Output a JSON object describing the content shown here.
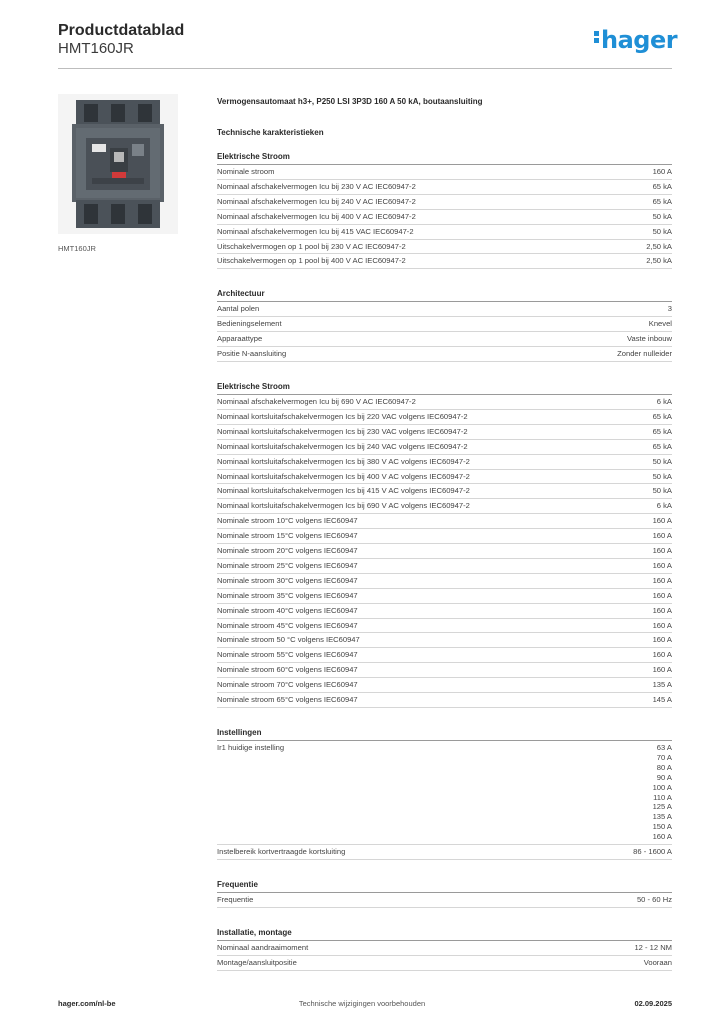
{
  "header": {
    "title": "Productdatablad",
    "subtitle": "HMT160JR",
    "logo": "hager"
  },
  "image": {
    "caption": "HMT160JR"
  },
  "product_name": "Vermogensautomaat h3+, P250 LSI 3P3D 160 A 50 kA, boutaansluiting",
  "tech_title": "Technische karakteristieken",
  "sections": [
    {
      "title": "Elektrische Stroom",
      "rows": [
        {
          "label": "Nominale stroom",
          "value": "160 A"
        },
        {
          "label": "Nominaal afschakelvermogen Icu bij 230 V AC IEC60947-2",
          "value": "65 kA"
        },
        {
          "label": "Nominaal afschakelvermogen Icu bij 240 V AC IEC60947-2",
          "value": "65 kA"
        },
        {
          "label": "Nominaal afschakelvermogen Icu bij 400 V AC IEC60947-2",
          "value": "50 kA"
        },
        {
          "label": "Nominaal afschakelvermogen Icu bij 415 VAC IEC60947-2",
          "value": "50 kA"
        },
        {
          "label": "Uitschakelvermogen op 1 pool bij 230 V AC IEC60947-2",
          "value": "2,50 kA"
        },
        {
          "label": "Uitschakelvermogen op 1 pool bij 400 V AC IEC60947-2",
          "value": "2,50 kA"
        }
      ]
    },
    {
      "title": "Architectuur",
      "rows": [
        {
          "label": "Aantal polen",
          "value": "3"
        },
        {
          "label": "Bedieningselement",
          "value": "Knevel"
        },
        {
          "label": "Apparaattype",
          "value": "Vaste inbouw"
        },
        {
          "label": "Positie N-aansluiting",
          "value": "Zonder nulleider"
        }
      ]
    },
    {
      "title": "Elektrische Stroom",
      "rows": [
        {
          "label": "Nominaal afschakelvermogen Icu bij 690 V AC IEC60947-2",
          "value": "6 kA"
        },
        {
          "label": "Nominaal kortsluitafschakelvermogen Ics bij 220 VAC volgens IEC60947-2",
          "value": "65 kA"
        },
        {
          "label": "Nominaal kortsluitafschakelvermogen Ics bij 230 VAC volgens IEC60947-2",
          "value": "65 kA"
        },
        {
          "label": "Nominaal kortsluitafschakelvermogen Ics bij 240 VAC volgens IEC60947-2",
          "value": "65 kA"
        },
        {
          "label": "Nominaal kortsluitafschakelvermogen Ics bij 380 V AC volgens IEC60947-2",
          "value": "50 kA"
        },
        {
          "label": "Nominaal kortsluitafschakelvermogen Ics bij 400 V AC volgens IEC60947-2",
          "value": "50 kA"
        },
        {
          "label": "Nominaal kortsluitafschakelvermogen Ics bij 415 V AC volgens IEC60947-2",
          "value": "50 kA"
        },
        {
          "label": "Nominaal kortsluitafschakelvermogen Ics bij 690 V AC volgens IEC60947-2",
          "value": "6 kA"
        },
        {
          "label": "Nominale stroom 10°C volgens IEC60947",
          "value": "160 A"
        },
        {
          "label": "Nominale stroom 15°C volgens IEC60947",
          "value": "160 A"
        },
        {
          "label": "Nominale stroom 20°C volgens IEC60947",
          "value": "160 A"
        },
        {
          "label": "Nominale stroom 25°C volgens IEC60947",
          "value": "160 A"
        },
        {
          "label": "Nominale stroom 30°C volgens IEC60947",
          "value": "160 A"
        },
        {
          "label": "Nominale stroom 35°C volgens IEC60947",
          "value": "160 A"
        },
        {
          "label": "Nominale stroom 40°C volgens IEC60947",
          "value": "160 A"
        },
        {
          "label": "Nominale stroom 45°C volgens IEC60947",
          "value": "160 A"
        },
        {
          "label": "Nominale stroom 50 °C volgens IEC60947",
          "value": "160 A"
        },
        {
          "label": "Nominale stroom 55°C volgens IEC60947",
          "value": "160 A"
        },
        {
          "label": "Nominale stroom 60°C volgens IEC60947",
          "value": "160 A"
        },
        {
          "label": "Nominale stroom 70°C volgens IEC60947",
          "value": "135 A"
        },
        {
          "label": "Nominale stroom 65°C volgens IEC60947",
          "value": "145 A"
        }
      ]
    },
    {
      "title": "Instellingen",
      "rows": [
        {
          "label": "Ir1 huidige instelling",
          "values": [
            "63 A",
            "70 A",
            "80 A",
            "90 A",
            "100 A",
            "110 A",
            "125 A",
            "135 A",
            "150 A",
            "160 A"
          ]
        },
        {
          "label": "Instelbereik kortvertraagde kortsluiting",
          "value": "86 - 1600 A"
        }
      ]
    },
    {
      "title": "Frequentie",
      "rows": [
        {
          "label": "Frequentie",
          "value": "50 - 60 Hz"
        }
      ]
    },
    {
      "title": "Installatie, montage",
      "rows": [
        {
          "label": "Nominaal aandraaimoment",
          "value": "12 - 12 NM"
        },
        {
          "label": "Montage/aansluitpositie",
          "value": "Vooraan"
        }
      ]
    }
  ],
  "footer": {
    "left": "hager.com/nl-be",
    "center": "Technische wijzigingen voorbehouden",
    "right": "02.09.2025"
  }
}
